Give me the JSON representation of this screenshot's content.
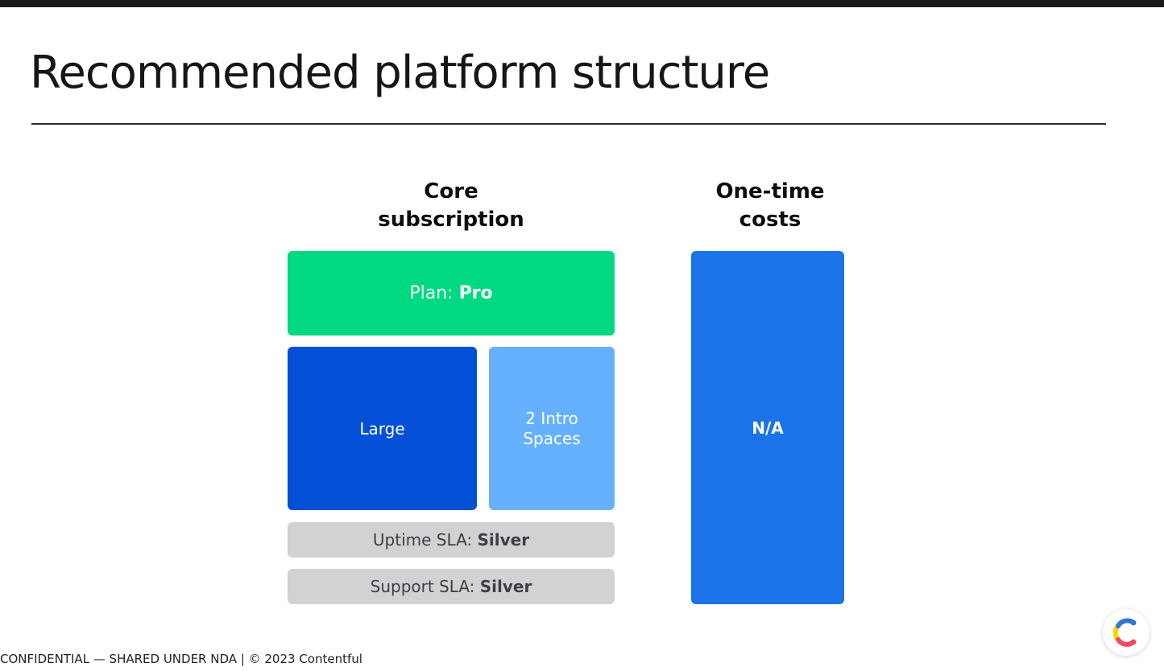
{
  "slide": {
    "title": "Recommended platform structure"
  },
  "core": {
    "heading_line1": "Core",
    "heading_line2": "subscription",
    "plan_label": "Plan:",
    "plan_value": "Pro",
    "large_label": "Large",
    "intro_line1": "2 Intro",
    "intro_line2": "Spaces",
    "uptime_label": "Uptime SLA:",
    "uptime_value": "Silver",
    "support_label": "Support SLA:",
    "support_value": "Silver"
  },
  "onetime": {
    "heading_line1": "One-time",
    "heading_line2": "costs",
    "value": "N/A"
  },
  "footer": {
    "text": "CONFIDENTIAL — SHARED UNDER NDA | © 2023 Contentful"
  },
  "colors": {
    "plan": "#00d982",
    "large": "#034fd6",
    "intro": "#66b1ff",
    "sla": "#d2d2d4",
    "onetime": "#1a73e8",
    "logo_yellow": "#ffd000",
    "logo_red": "#ee4c5a",
    "logo_blue": "#2e75d4"
  },
  "icons": {
    "logo": "contentful-logo-icon"
  }
}
